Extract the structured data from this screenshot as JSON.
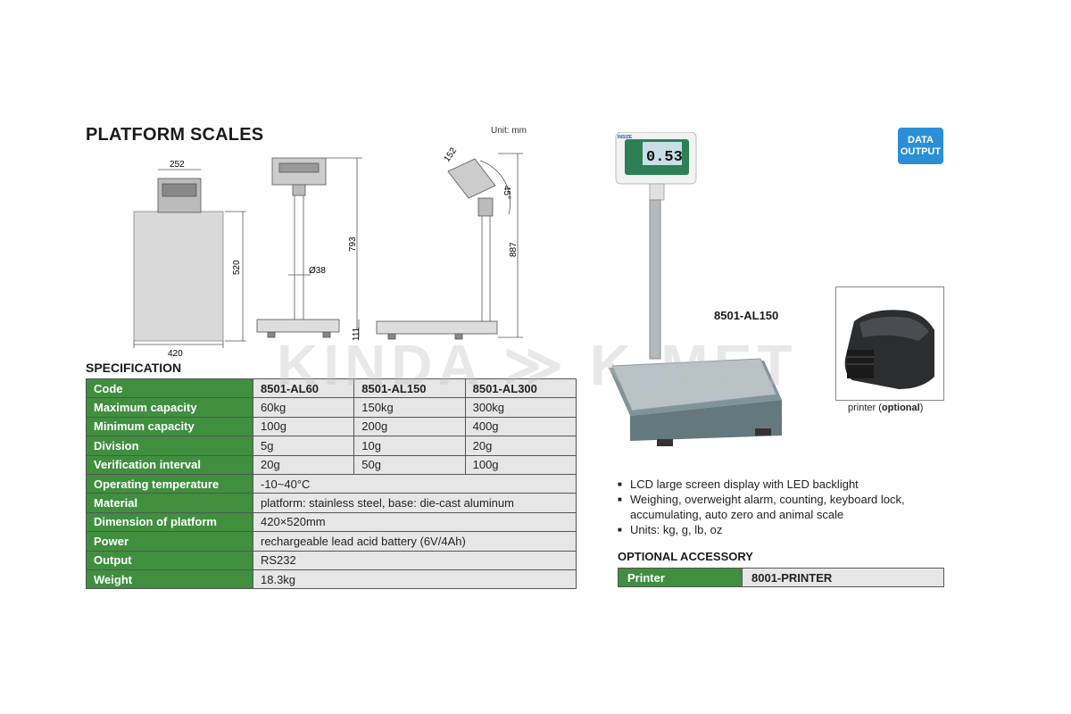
{
  "title": "PLATFORM SCALES",
  "unit_note": "Unit: mm",
  "dimensions": {
    "top_width": "252",
    "platform_depth": "520",
    "platform_width": "420",
    "column_height": "793",
    "column_diameter": "Ø38",
    "base_height": "111",
    "display_size": "152",
    "tilt_angle": "45°",
    "total_height": "887"
  },
  "spec_heading": "SPECIFICATION",
  "spec_rows": [
    {
      "label": "Code",
      "values": [
        "8501-AL60",
        "8501-AL150",
        "8501-AL300"
      ]
    },
    {
      "label": "Maximum capacity",
      "values": [
        "60kg",
        "150kg",
        "300kg"
      ]
    },
    {
      "label": "Minimum capacity",
      "values": [
        "100g",
        "200g",
        "400g"
      ]
    },
    {
      "label": "Division",
      "values": [
        "5g",
        "10g",
        "20g"
      ]
    },
    {
      "label": "Verification interval",
      "values": [
        "20g",
        "50g",
        "100g"
      ]
    },
    {
      "label": "Operating temperature",
      "value": "-10~40°C"
    },
    {
      "label": "Material",
      "value": "platform: stainless steel, base: die-cast aluminum"
    },
    {
      "label": "Dimension of platform",
      "value": "420×520mm"
    },
    {
      "label": "Power",
      "value": "rechargeable lead acid battery (6V/4Ah)"
    },
    {
      "label": "Output",
      "value": "RS232"
    },
    {
      "label": "Weight",
      "value": "18.3kg"
    }
  ],
  "badge": {
    "line1": "DATA",
    "line2": "OUTPUT"
  },
  "display_reading": "0.53",
  "brand_mark": "INSIZE",
  "model_label": "8501-AL150",
  "printer_caption": {
    "prefix": "printer (",
    "bold": "optional",
    "suffix": ")"
  },
  "features": [
    "LCD large screen display with LED backlight",
    "Weighing, overweight alarm, counting, keyboard lock, accumulating, auto zero and animal scale",
    "Units: kg, g, lb, oz"
  ],
  "optional_heading": "OPTIONAL ACCESSORY",
  "optional": {
    "label": "Printer",
    "value": "8001-PRINTER"
  },
  "watermark": "KINDA ≫ K-MET",
  "colors": {
    "green": "#3f8f3f",
    "cell_gray": "#e6e6e6",
    "badge_blue": "#2a8fd6"
  }
}
